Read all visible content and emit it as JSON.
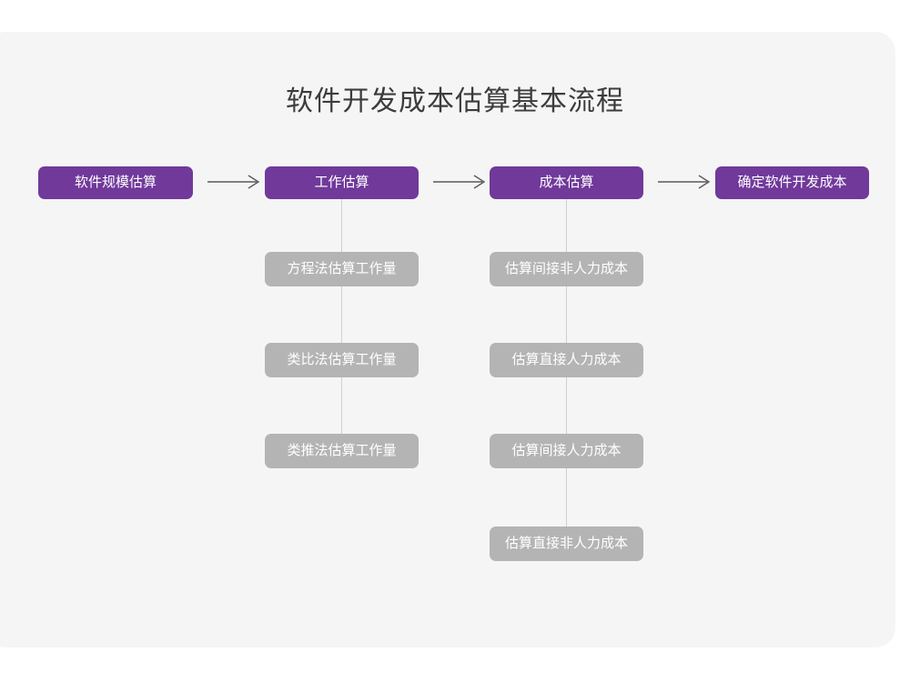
{
  "diagram": {
    "title": "软件开发成本估算基本流程",
    "colors": {
      "canvas": "#f5f5f5",
      "page": "#ffffff",
      "primary": "#70399a",
      "secondary": "#b4b4b4",
      "connector": "#cfcfcf",
      "title_text": "#3c3c3c",
      "node_text": "#ffffff"
    },
    "stages": [
      {
        "id": "stage-1",
        "label": "软件规模估算",
        "substeps": []
      },
      {
        "id": "stage-2",
        "label": "工作估算",
        "substeps": [
          "方程法估算工作量",
          "类比法估算工作量",
          "类推法估算工作量"
        ]
      },
      {
        "id": "stage-3",
        "label": "成本估算",
        "substeps": [
          "估算间接非人力成本",
          "估算直接人力成本",
          "估算间接人力成本",
          "估算直接非人力成本"
        ]
      },
      {
        "id": "stage-4",
        "label": "确定软件开发成本",
        "substeps": []
      }
    ],
    "arrows": [
      {
        "id": "arrow-1",
        "from": "stage-1",
        "to": "stage-2",
        "glyph": "arrow-right-icon"
      },
      {
        "id": "arrow-2",
        "from": "stage-2",
        "to": "stage-3",
        "glyph": "arrow-right-icon"
      },
      {
        "id": "arrow-3",
        "from": "stage-3",
        "to": "stage-4",
        "glyph": "arrow-right-icon"
      }
    ]
  }
}
